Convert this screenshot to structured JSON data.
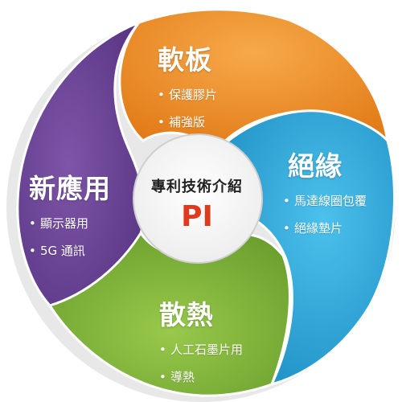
{
  "colors": {
    "orange": "#ee8a24",
    "blue": "#2ba4d6",
    "green": "#80b43a",
    "purple": "#6a4295",
    "center_sub": "#e03a1e"
  },
  "center": {
    "title": "專利技術介紹",
    "subtitle": "PI"
  },
  "segments": [
    {
      "title": "軟板",
      "items": [
        "保護膠片",
        "補強版"
      ]
    },
    {
      "title": "絕緣",
      "items": [
        "馬達線圈包覆",
        "絕緣墊片"
      ]
    },
    {
      "title": "散熱",
      "items": [
        "人工石墨片用",
        "導熱"
      ]
    },
    {
      "title": "新應用",
      "items": [
        "顯示器用",
        "5G 通訊"
      ]
    }
  ]
}
